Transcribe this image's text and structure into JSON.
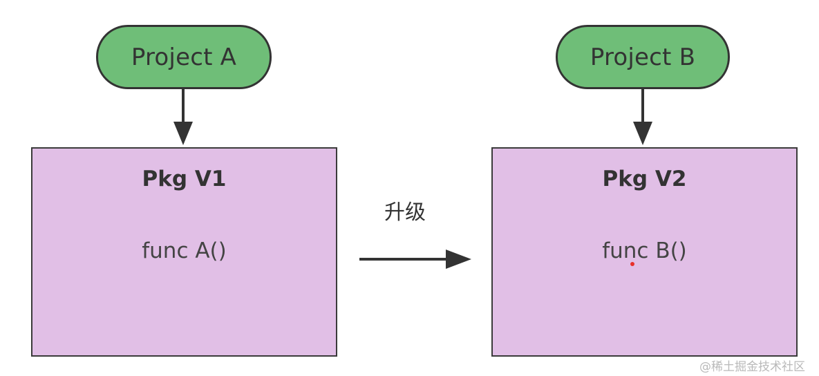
{
  "colors": {
    "project_fill": "#6fbe78",
    "package_fill": "#e1bfe6",
    "stroke": "#333333",
    "cursor_dot": "#e8302a"
  },
  "nodes": {
    "project_a": {
      "label": "Project A"
    },
    "project_b": {
      "label": "Project B"
    },
    "pkg_v1": {
      "title": "Pkg V1",
      "func": "func A()"
    },
    "pkg_v2": {
      "title": "Pkg V2",
      "func": "func B()"
    }
  },
  "edges": {
    "upgrade_label": "升级"
  },
  "watermark": "@稀土掘金技术社区"
}
